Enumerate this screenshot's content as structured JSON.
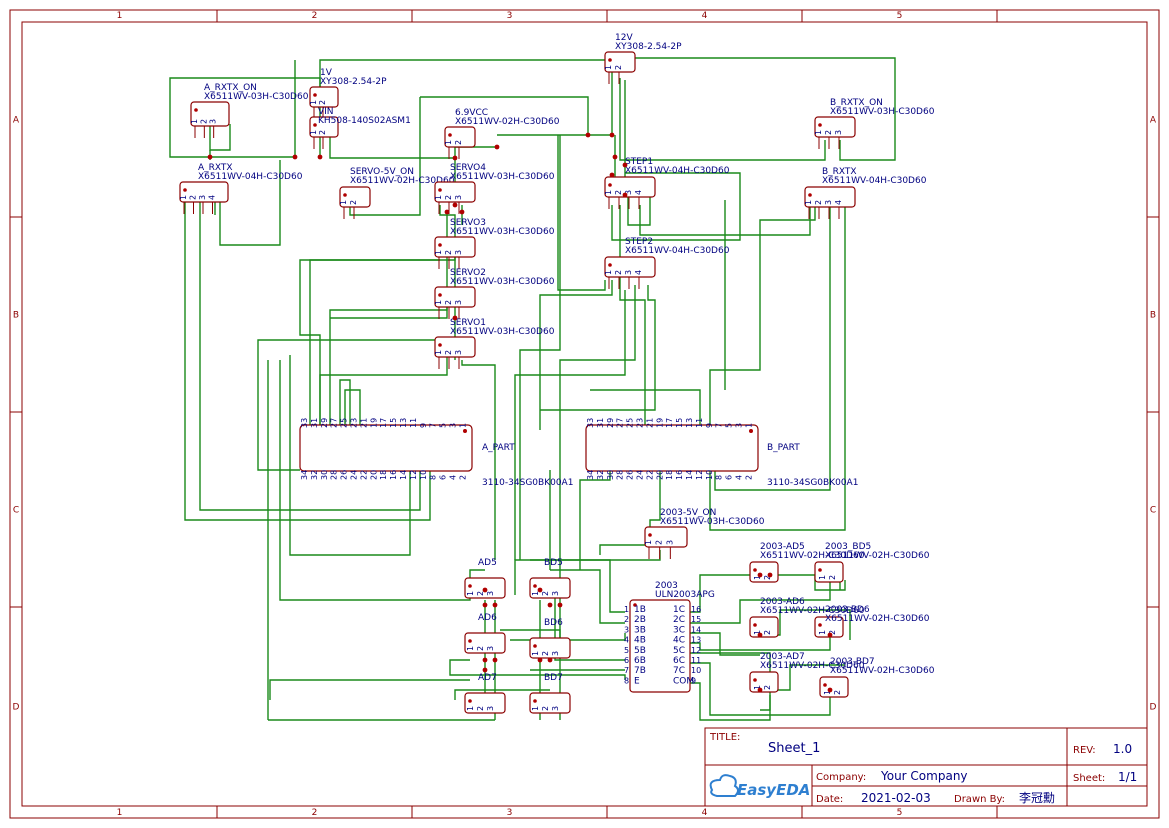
{
  "frame": {
    "columns": [
      "1",
      "2",
      "3",
      "4",
      "5"
    ],
    "rows": [
      "A",
      "B",
      "C",
      "D"
    ]
  },
  "components": {
    "a_rxtx_on": {
      "name": "A_RXTX_ON",
      "part": "X6511WV-03H-C30D60",
      "pins": [
        "1",
        "2",
        "3"
      ]
    },
    "a_rxtx": {
      "name": "A_RXTX",
      "part": "X6511WV-04H-C30D60",
      "pins": [
        "1",
        "2",
        "3",
        "4"
      ]
    },
    "v1": {
      "name": "1V",
      "part": "XY308-2.54-2P",
      "pins": [
        "1",
        "2"
      ]
    },
    "vin": {
      "name": "VIN",
      "part": "KH508-140S02ASM1",
      "pins": [
        "1",
        "2"
      ]
    },
    "servo_5v_on": {
      "name": "SERVO-5V_ON",
      "part": "X6511WV-02H-C30D60",
      "pins": [
        "1",
        "2"
      ]
    },
    "v69": {
      "name": "6.9VCC",
      "part": "X6511WV-02H-C30D60",
      "pins": [
        "1",
        "2"
      ]
    },
    "servo4": {
      "name": "SERVO4",
      "part": "X6511WV-03H-C30D60",
      "pins": [
        "1",
        "2",
        "3"
      ]
    },
    "servo3": {
      "name": "SERVO3",
      "part": "X6511WV-03H-C30D60",
      "pins": [
        "1",
        "2",
        "3"
      ]
    },
    "servo2": {
      "name": "SERVO2",
      "part": "X6511WV-03H-C30D60",
      "pins": [
        "1",
        "2",
        "3"
      ]
    },
    "servo1": {
      "name": "SERVO1",
      "part": "X6511WV-03H-C30D60",
      "pins": [
        "1",
        "2",
        "3"
      ]
    },
    "v12": {
      "name": "12V",
      "part": "XY308-2.54-2P",
      "pins": [
        "1",
        "2"
      ]
    },
    "step1": {
      "name": "STEP1",
      "part": "X6511WV-04H-C30D60",
      "pins": [
        "1",
        "2",
        "3",
        "4"
      ]
    },
    "step2": {
      "name": "STEP2",
      "part": "X6511WV-04H-C30D60",
      "pins": [
        "1",
        "2",
        "3",
        "4"
      ]
    },
    "b_rxtx_on": {
      "name": "B_RXTX_ON",
      "part": "X6511WV-03H-C30D60",
      "pins": [
        "1",
        "2",
        "3"
      ]
    },
    "b_rxtx": {
      "name": "B_RXTX",
      "part": "X6511WV-04H-C30D60",
      "pins": [
        "1",
        "2",
        "3",
        "4"
      ]
    },
    "a_part": {
      "name": "A_PART",
      "part": "3110-34SG0BK00A1",
      "top_pins": [
        "33",
        "31",
        "29",
        "27",
        "25",
        "23",
        "21",
        "19",
        "17",
        "15",
        "13",
        "11",
        "9",
        "7",
        "5",
        "3",
        "1"
      ],
      "bottom_pins": [
        "34",
        "32",
        "30",
        "28",
        "26",
        "24",
        "22",
        "20",
        "18",
        "16",
        "14",
        "12",
        "10",
        "8",
        "6",
        "4",
        "2"
      ]
    },
    "b_part": {
      "name": "B_PART",
      "part": "3110-34SG0BK00A1",
      "top_pins": [
        "33",
        "31",
        "29",
        "27",
        "25",
        "23",
        "21",
        "19",
        "17",
        "15",
        "13",
        "11",
        "9",
        "7",
        "5",
        "3",
        "1"
      ],
      "bottom_pins": [
        "34",
        "32",
        "30",
        "28",
        "26",
        "24",
        "22",
        "20",
        "18",
        "16",
        "14",
        "12",
        "10",
        "8",
        "6",
        "4",
        "2"
      ]
    },
    "ad5": {
      "name": "AD5",
      "pins": [
        "1",
        "2",
        "3"
      ]
    },
    "ad6": {
      "name": "AD6",
      "pins": [
        "1",
        "2",
        "3"
      ]
    },
    "ad7": {
      "name": "AD7",
      "pins": [
        "1",
        "2",
        "3"
      ]
    },
    "bd5": {
      "name": "BD5",
      "pins": [
        "1",
        "2",
        "3"
      ]
    },
    "bd6": {
      "name": "BD6",
      "pins": [
        "1",
        "2",
        "3"
      ]
    },
    "bd7": {
      "name": "BD7",
      "pins": [
        "1",
        "2",
        "3"
      ]
    },
    "c2003_5v_on": {
      "name": "2003-5V_ON",
      "part": "X6511WV-03H-C30D60",
      "pins": [
        "1",
        "2",
        "3"
      ]
    },
    "uln": {
      "name": "2003",
      "part": "ULN2003APG",
      "left_nums": [
        "1",
        "2",
        "3",
        "4",
        "5",
        "6",
        "7",
        "8"
      ],
      "left_names": [
        "1B",
        "2B",
        "3B",
        "4B",
        "5B",
        "6B",
        "7B",
        "E"
      ],
      "right_nums": [
        "16",
        "15",
        "14",
        "13",
        "12",
        "11",
        "10",
        "9"
      ],
      "right_names": [
        "1C",
        "2C",
        "3C",
        "4C",
        "5C",
        "6C",
        "7C",
        "COM"
      ]
    },
    "c2003_ad5": {
      "name": "2003-AD5",
      "part": "X6511WV-02H-C30D60",
      "pins": [
        "1",
        "2"
      ]
    },
    "c2003_bd5": {
      "name": "2003_BD5",
      "part": "X6511WV-02H-C30D60",
      "pins": [
        "1",
        "2"
      ]
    },
    "c2003_ad6": {
      "name": "2003-AD6",
      "part": "X6511WV-02H-C30D60",
      "pins": [
        "1",
        "2"
      ]
    },
    "c2003_bd6": {
      "name": "2003-BD6",
      "part": "X6511WV-02H-C30D60",
      "pins": [
        "1",
        "2"
      ]
    },
    "c2003_ad7": {
      "name": "2003-AD7",
      "part": "X6511WV-02H-C30D60",
      "pins": [
        "1",
        "2"
      ]
    },
    "c2003_bd7": {
      "name": "2003-BD7",
      "part": "X6511WV-02H-C30D60",
      "pins": [
        "1",
        "2"
      ]
    }
  },
  "title_block": {
    "title_label": "TITLE:",
    "title_value": "Sheet_1",
    "rev_label": "REV:",
    "rev_value": "1.0",
    "company_label": "Company:",
    "company_value": "Your Company",
    "sheet_label": "Sheet:",
    "sheet_value": "1/1",
    "date_label": "Date:",
    "date_value": "2021-02-03",
    "drawn_label": "Drawn By:",
    "drawn_value": "李冠勳",
    "logo_text": "EasyEDA"
  },
  "colors": {
    "frame": "#8b0000",
    "wire": "#1a8a1a",
    "text": "#000080",
    "node": "#b00000"
  }
}
